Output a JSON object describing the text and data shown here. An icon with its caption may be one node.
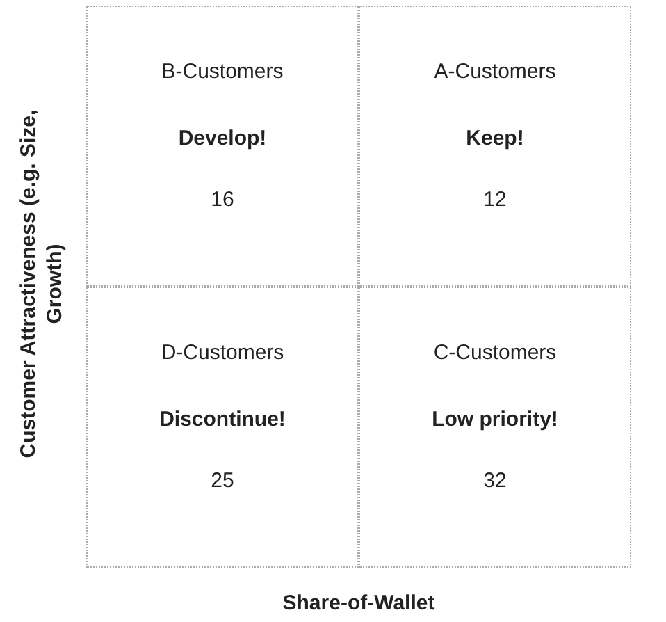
{
  "diagram": {
    "nodes": [
      {
        "text": [
          "B-Customers",
          "Develop!",
          "16"
        ]
      },
      {
        "text": [
          "A-Customers",
          "Keep!",
          "12"
        ]
      },
      {
        "text": [
          "D-Customers",
          "Discontinue!",
          "25"
        ]
      },
      {
        "text": [
          "C-Customers",
          "Low priority!",
          "32"
        ]
      }
    ],
    "labels": [
      "Customer Attractiveness (e.g. Size, Growth)",
      "Share-of-Wallet"
    ]
  }
}
